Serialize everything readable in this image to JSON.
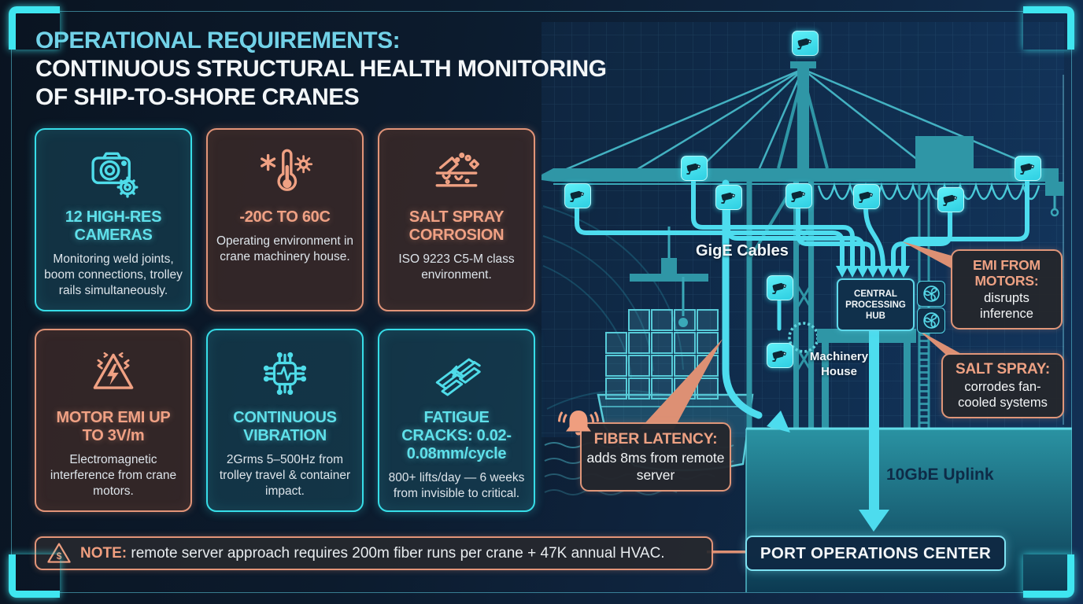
{
  "title": {
    "line1": "OPERATIONAL REQUIREMENTS:",
    "line2": "CONTINUOUS STRUCTURAL HEALTH MONITORING",
    "line3": "OF SHIP-TO-SHORE CRANES"
  },
  "cards": [
    {
      "variant": "cyan",
      "icon": "camera-gear-icon",
      "title": "12 HIGH-RES CAMERAS",
      "body": "Monitoring weld joints, boom connections, trolley rails simultaneously."
    },
    {
      "variant": "salmon",
      "icon": "thermometer-icon",
      "title": "-20C TO 60C",
      "body": "Operating environment in crane machinery house."
    },
    {
      "variant": "salmon",
      "icon": "corrosion-icon",
      "title": "SALT SPRAY CORROSION",
      "body": "ISO 9223 C5-M class environment."
    },
    {
      "variant": "salmon",
      "icon": "emi-warning-icon",
      "title": "MOTOR EMI UP TO 3V/m",
      "body": "Electromagnetic interference from crane motors."
    },
    {
      "variant": "cyan",
      "icon": "vibration-chip-icon",
      "title": "CONTINUOUS VIBRATION",
      "body": "2Grms 5–500Hz from trolley travel & container impact."
    },
    {
      "variant": "cyan",
      "icon": "cracked-beam-icon",
      "title": "FATIGUE CRACKS: 0.02-0.08mm/cycle",
      "body": "800+ lifts/day — 6 weeks from invisible to critical."
    }
  ],
  "note": {
    "label": "NOTE:",
    "text": " remote server approach requires 200m fiber runs per crane + 47K annual HVAC."
  },
  "diagram": {
    "gige_label": "GigE Cables",
    "hub_label": "CENTRAL PROCESSING HUB",
    "machinery_label": "Machinery House",
    "uplink_label": "10GbE Uplink",
    "poc_label": "PORT OPERATIONS CENTER",
    "callouts": [
      {
        "id": "emi",
        "title": "EMI FROM MOTORS:",
        "body": "disrupts inference"
      },
      {
        "id": "salt",
        "title": "SALT SPRAY:",
        "body": "corrodes fan-cooled systems"
      },
      {
        "id": "fiber",
        "title": "FIBER LATENCY:",
        "body": "adds 8ms from remote server"
      }
    ]
  },
  "colors": {
    "accent_cyan": "#45DCEC",
    "accent_salmon": "#E29478",
    "background": "#0B1623",
    "crane_teal": "#2F96A6",
    "title_cyan": "#72D2E8"
  }
}
